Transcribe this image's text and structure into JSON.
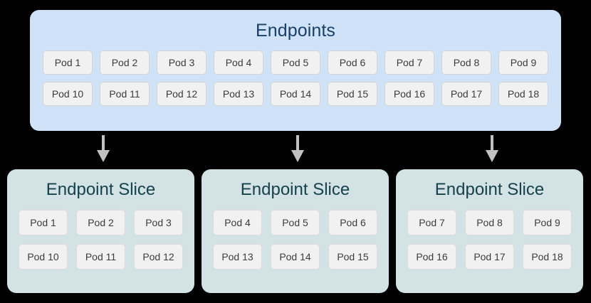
{
  "diagram": {
    "background_color": "#000000",
    "endpoints": {
      "title": "Endpoints",
      "panel_color": "#cfe2f7",
      "title_color": "#17406b",
      "rows": [
        [
          "Pod 1",
          "Pod 2",
          "Pod 3",
          "Pod 4",
          "Pod 5",
          "Pod 6",
          "Pod 7",
          "Pod 8",
          "Pod 9"
        ],
        [
          "Pod 10",
          "Pod 11",
          "Pod 12",
          "Pod 13",
          "Pod 14",
          "Pod 15",
          "Pod 16",
          "Pod 17",
          "Pod 18"
        ]
      ]
    },
    "arrows": [
      {
        "name": "arrow-to-slice-1",
        "color": "#c2c2c2",
        "direction": "down"
      },
      {
        "name": "arrow-to-slice-2",
        "color": "#c2c2c2",
        "direction": "down"
      },
      {
        "name": "arrow-to-slice-3",
        "color": "#c2c2c2",
        "direction": "down"
      }
    ],
    "slices": [
      {
        "title": "Endpoint Slice",
        "panel_color": "#d3e2e4",
        "title_color": "#15424c",
        "rows": [
          [
            "Pod 1",
            "Pod 2",
            "Pod 3"
          ],
          [
            "Pod 10",
            "Pod 11",
            "Pod 12"
          ]
        ]
      },
      {
        "title": "Endpoint Slice",
        "panel_color": "#d3e2e4",
        "title_color": "#15424c",
        "rows": [
          [
            "Pod 4",
            "Pod 5",
            "Pod 6"
          ],
          [
            "Pod 13",
            "Pod 14",
            "Pod 15"
          ]
        ]
      },
      {
        "title": "Endpoint Slice",
        "panel_color": "#d3e2e4",
        "title_color": "#15424c",
        "rows": [
          [
            "Pod 7",
            "Pod 8",
            "Pod 9"
          ],
          [
            "Pod 16",
            "Pod 17",
            "Pod 18"
          ]
        ]
      }
    ]
  }
}
